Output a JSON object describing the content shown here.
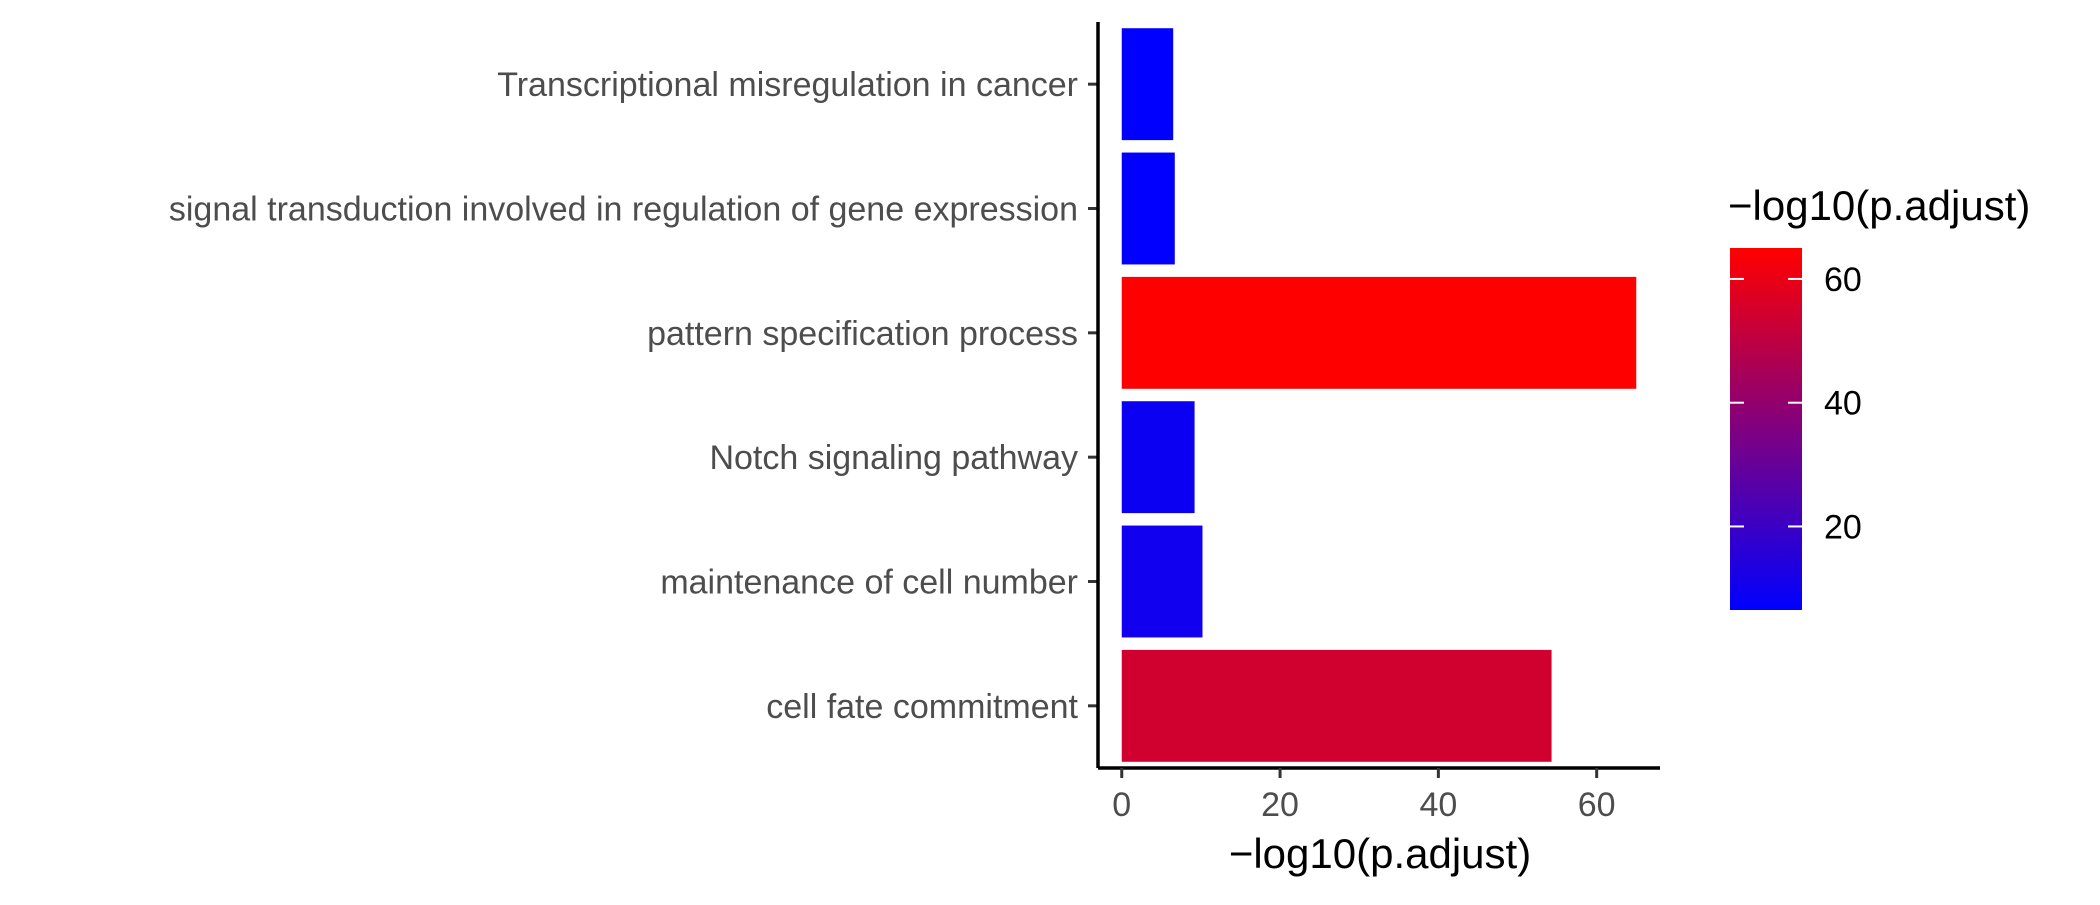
{
  "chart_data": {
    "type": "bar",
    "orientation": "horizontal",
    "categories": [
      "Transcriptional misregulation in cancer",
      "signal transduction involved in regulation of gene expression",
      "pattern specification process",
      "Notch signaling pathway",
      "maintenance of cell number",
      "cell fate commitment"
    ],
    "values": [
      6.5,
      6.7,
      65.0,
      9.2,
      10.2,
      54.3
    ],
    "xlabel": "−log10(p.adjust)",
    "ylabel": "",
    "xlim": [
      -3,
      68
    ],
    "x_ticks": [
      0,
      20,
      40,
      60
    ],
    "x_tick_labels": [
      "0",
      "20",
      "40",
      "60"
    ],
    "grid": false,
    "legend": {
      "type": "colorbar",
      "title": "−log10(p.adjust)",
      "placement": "right",
      "range": [
        6.5,
        65.0
      ],
      "ticks": [
        20,
        40,
        60
      ],
      "tick_labels": [
        "20",
        "40",
        "60"
      ],
      "low_color": "#0000ff",
      "high_color": "#ff0000"
    }
  }
}
